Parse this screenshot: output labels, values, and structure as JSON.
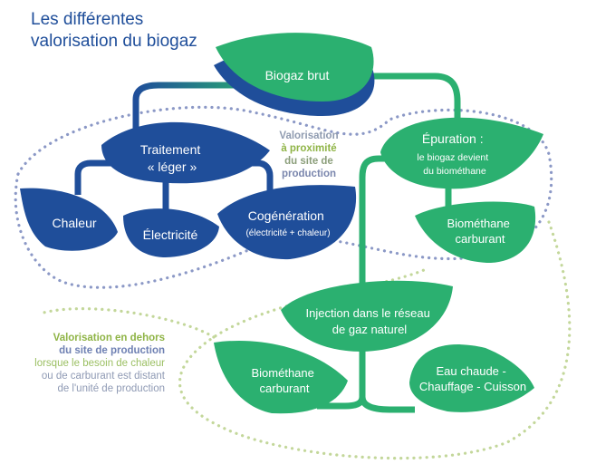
{
  "title": {
    "line1": "Les différentes",
    "line2": "valorisation du biogaz"
  },
  "colors": {
    "blue_leaf": "#1f4e9a",
    "green_leaf": "#2bb070",
    "title": "#1f4e9a",
    "dot_green": "#c3d79a",
    "dot_blue": "#8b98c6"
  },
  "nodes": {
    "biogaz_brut": {
      "lines": [
        "Biogaz brut"
      ]
    },
    "traitement": {
      "lines": [
        "Traitement",
        "« léger »"
      ]
    },
    "chaleur": {
      "lines": [
        "Chaleur"
      ]
    },
    "electricite": {
      "lines": [
        "Électricité"
      ]
    },
    "cogeneration": {
      "lines": [
        "Cogénération",
        "(électricité + chaleur)"
      ]
    },
    "epuration": {
      "lines": [
        "Épuration :",
        "le biogaz devient",
        "du biométhane"
      ]
    },
    "biomethane_carburant_1": {
      "lines": [
        "Biométhane",
        "carburant"
      ]
    },
    "injection": {
      "lines": [
        "Injection dans le réseau",
        "de gaz naturel"
      ]
    },
    "biomethane_carburant_2": {
      "lines": [
        "Biométhane",
        "carburant"
      ]
    },
    "eau_chaude": {
      "lines": [
        "Eau chaude -",
        "Chauffage - Cuisson"
      ]
    }
  },
  "notes": {
    "inner": {
      "lines": [
        "Valorisation",
        "à proximité",
        "du site de",
        "production"
      ]
    },
    "outer": {
      "bold1": "Valorisation en dehors",
      "bold2": "du site de production",
      "line3": "lorsque le besoin de chaleur",
      "line4": "ou de carburant est distant",
      "line5": "de l'unité de production"
    }
  }
}
